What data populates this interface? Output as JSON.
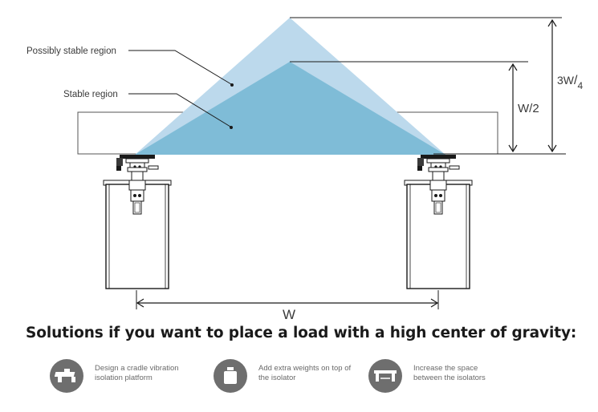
{
  "labels": {
    "possibly_stable_region": "Possibly stable region",
    "stable_region": "Stable region",
    "w_half_num": "W",
    "w_half_den": "/2",
    "three_quarter_num": "3W",
    "three_quarter_den": "4",
    "width": "W"
  },
  "solutions": {
    "title": "Solutions if you want to place a load with a high center of gravity:",
    "items": [
      {
        "icon": "cradle-platform-icon",
        "text": "Design a cradle vibration\nisolation platform"
      },
      {
        "icon": "weight-icon",
        "text": "Add extra weights on top of\nthe isolator"
      },
      {
        "icon": "isolator-spacing-icon",
        "text": "Increase the space\nbetween the isolators"
      }
    ]
  },
  "colors": {
    "possibly_stable": "#bcd9ec",
    "stable": "#7fbcd7",
    "stroke": "#1a1a1a",
    "icon_bg": "#6e6e6e"
  }
}
